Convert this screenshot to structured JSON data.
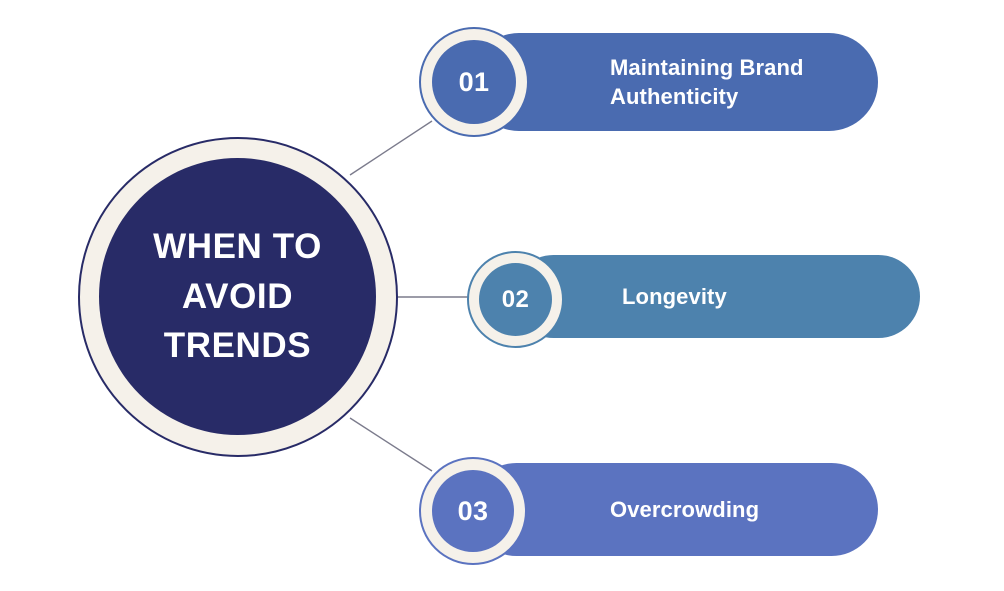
{
  "diagram": {
    "type": "hub-and-spoke-list",
    "background_color": "#ffffff",
    "hub": {
      "title": "WHEN TO\nAVOID\nTRENDS",
      "fill_color": "#282b67",
      "ring_color": "#f5f1ea",
      "outline_color": "#282b67",
      "text_color": "#ffffff"
    },
    "connector_color": "#7b7b8c",
    "items": [
      {
        "number": "01",
        "label": "Maintaining Brand\nAuthenticity",
        "bar_color": "#4a6bb0",
        "badge_color": "#4a6bb0",
        "badge_ring_color": "#f5f1ea",
        "text_color": "#ffffff"
      },
      {
        "number": "02",
        "label": "Longevity",
        "bar_color": "#4d82ad",
        "badge_color": "#4d82ad",
        "badge_ring_color": "#f5f1ea",
        "text_color": "#ffffff"
      },
      {
        "number": "03",
        "label": "Overcrowding",
        "bar_color": "#5b73c0",
        "badge_color": "#5b73c0",
        "badge_ring_color": "#f5f1ea",
        "text_color": "#ffffff"
      }
    ]
  }
}
